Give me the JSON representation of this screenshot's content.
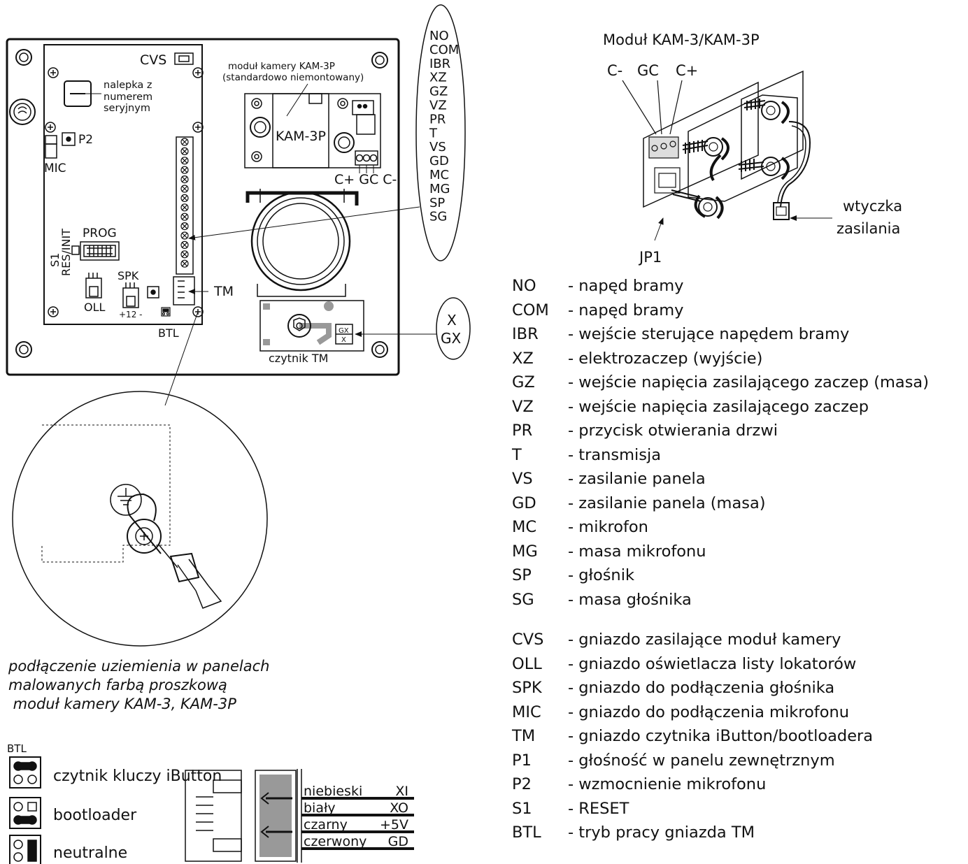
{
  "board": {
    "cvs": "CVS",
    "sticker_line1": "nalepka z",
    "sticker_line2": "numerem",
    "sticker_line3": "seryjnym",
    "p2": "P2",
    "mic": "MIC",
    "prog": "PROG",
    "s1": "S1",
    "res_init": "RES/INIT",
    "oll": "OLL",
    "spk": "SPK",
    "spk_polarity": "+12 -",
    "btl": "BTL",
    "tm": "TM",
    "camera_line1": "moduł kamery KAM-3P",
    "camera_line2": "(standardowo niemontowany)",
    "camera_name": "KAM-3P",
    "camera_pins": "C+ GC C-",
    "reader_label": "czytnik TM",
    "reader_gx": "GX",
    "reader_x": "X",
    "terminals": [
      "NO",
      "COM",
      "IBR",
      "XZ",
      "GZ",
      "VZ",
      "PR",
      "T",
      "VS",
      "GD",
      "MC",
      "MG",
      "SP",
      "SG"
    ],
    "callout_x": "X",
    "callout_gx": "GX"
  },
  "module": {
    "title": "Moduł KAM-3/KAM-3P",
    "c_minus": "C-",
    "gc": "GC",
    "c_plus": "C+",
    "plug_line1": "wtyczka",
    "plug_line2": "zasilania",
    "jp1": "JP1"
  },
  "grounding_caption": [
    "podłączenie uziemienia w panelach",
    "malowanych farbą proszkową",
    " moduł kamery KAM-3, KAM-3P"
  ],
  "btl_modes": {
    "header": "BTL",
    "items": [
      "czytnik kluczy iButton",
      "bootloader",
      "neutralne"
    ]
  },
  "connector": {
    "wires": [
      {
        "color": "niebieski",
        "signal": "XI"
      },
      {
        "color": "biały",
        "signal": "XO"
      },
      {
        "color": "czarny",
        "signal": "+5V"
      },
      {
        "color": "czerwony",
        "signal": "GD"
      }
    ]
  },
  "legend": {
    "terminals": [
      {
        "code": "NO",
        "desc": "- napęd bramy"
      },
      {
        "code": "COM",
        "desc": "- napęd bramy"
      },
      {
        "code": "IBR",
        "desc": "- wejście sterujące napędem bramy"
      },
      {
        "code": "XZ",
        "desc": "- elektrozaczep (wyjście)"
      },
      {
        "code": "GZ",
        "desc": "- wejście napięcia zasilającego zaczep (masa)"
      },
      {
        "code": "VZ",
        "desc": "- wejście napięcia zasilającego zaczep"
      },
      {
        "code": "PR",
        "desc": "- przycisk otwierania drzwi"
      },
      {
        "code": "T",
        "desc": "- transmisja"
      },
      {
        "code": "VS",
        "desc": "- zasilanie panela"
      },
      {
        "code": "GD",
        "desc": "- zasilanie panela (masa)"
      },
      {
        "code": "MC",
        "desc": "- mikrofon"
      },
      {
        "code": "MG",
        "desc": "- masa mikrofonu"
      },
      {
        "code": "SP",
        "desc": "- głośnik"
      },
      {
        "code": "SG",
        "desc": "- masa głośnika"
      }
    ],
    "sockets": [
      {
        "code": "CVS",
        "desc": "- gniazdo zasilające moduł kamery"
      },
      {
        "code": "OLL",
        "desc": "- gniazdo oświetlacza listy lokatorów"
      },
      {
        "code": "SPK",
        "desc": "- gniazdo do podłączenia głośnika"
      },
      {
        "code": "MIC",
        "desc": "- gniazdo do podłączenia mikrofonu"
      },
      {
        "code": "TM",
        "desc": "- gniazdo czytnika iButton/bootloadera"
      },
      {
        "code": "P1",
        "desc": "- głośność w panelu zewnętrznym"
      },
      {
        "code": "P2",
        "desc": "- wzmocnienie mikrofonu"
      },
      {
        "code": "S1",
        "desc": "- RESET"
      },
      {
        "code": "BTL",
        "desc": "- tryb pracy gniazda TM"
      }
    ]
  }
}
